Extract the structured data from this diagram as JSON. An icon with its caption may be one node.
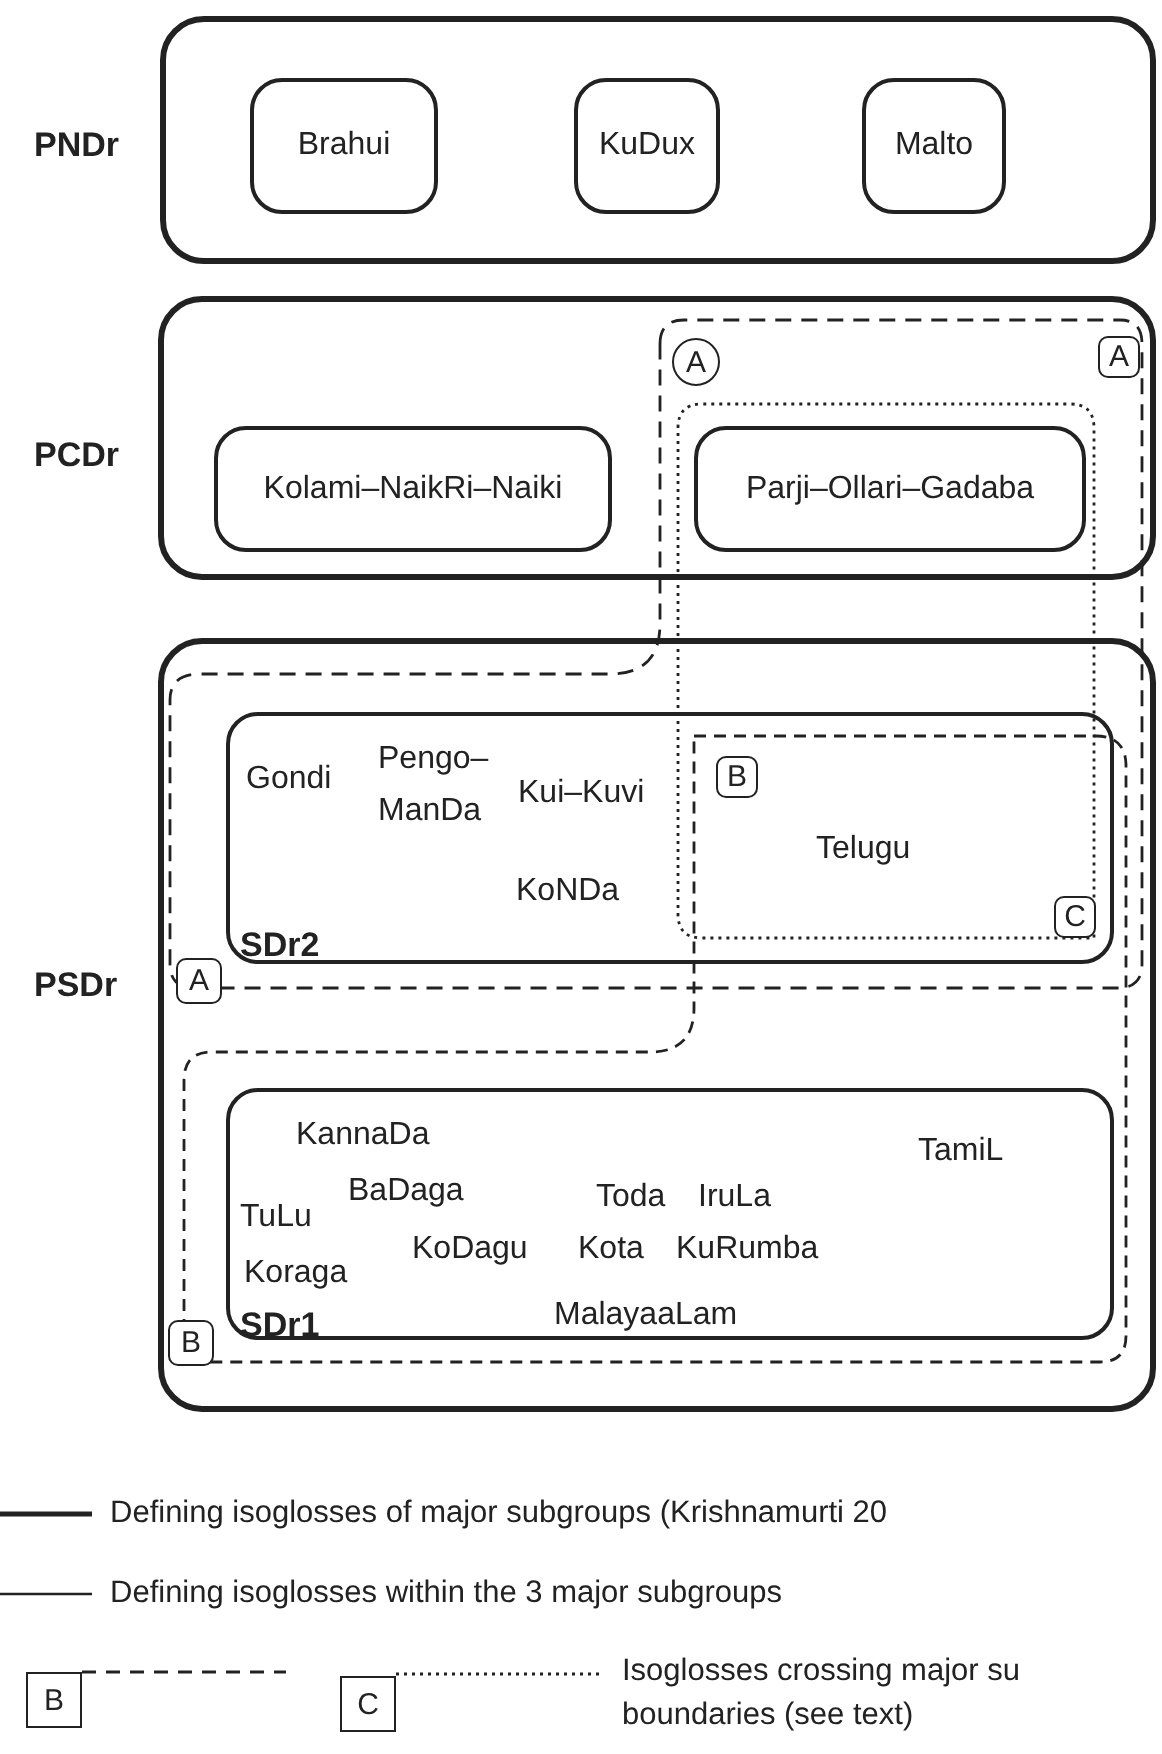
{
  "diagram": {
    "nodes": [
      {
        "text": [
          "PNDr"
        ]
      },
      {
        "text": [
          "Brahui"
        ],
        "in": 0
      },
      {
        "text": [
          "KuDux"
        ],
        "in": 0
      },
      {
        "text": [
          "Malto"
        ],
        "in": 0
      },
      {
        "text": [
          "PCDr"
        ]
      },
      {
        "text": [
          "A"
        ],
        "in": 4
      },
      {
        "text": [
          "A"
        ],
        "in": 4
      },
      {
        "text": [
          "Kolami–NaikRi–Naiki"
        ],
        "in": 4
      },
      {
        "text": [
          "Parji–Ollari–Gadaba"
        ],
        "in": 4
      },
      {
        "text": [
          "PSDr"
        ]
      },
      {
        "text": [
          "Gondi",
          "Pengo– ManDa",
          "Kui–Kuvi",
          "KoNDa",
          "Telugu",
          "SDr2"
        ],
        "in": 9
      },
      {
        "text": [
          "B"
        ],
        "in": 10
      },
      {
        "text": [
          "C"
        ],
        "in": 10
      },
      {
        "text": [
          "A"
        ],
        "in": 9
      },
      {
        "text": [
          "KannaDa",
          "TamiL",
          "BaDaga",
          "Toda",
          "IruLa",
          "TuLu",
          "KoDagu",
          "Kota",
          "KuRumba",
          "Koraga",
          "SDr1",
          "MalayaaLam"
        ],
        "in": 9
      },
      {
        "text": [
          "B"
        ],
        "in": 9
      }
    ],
    "labels": [
      "B",
      "C"
    ],
    "legend": [
      {
        "text": "Defining isoglosses of major subgroups (Krishnamurti 20"
      },
      {
        "text": "Defining isoglosses within the 3 major subgroups"
      },
      {
        "text": "Isoglosses crossing major su boundaries (see text)"
      }
    ]
  }
}
